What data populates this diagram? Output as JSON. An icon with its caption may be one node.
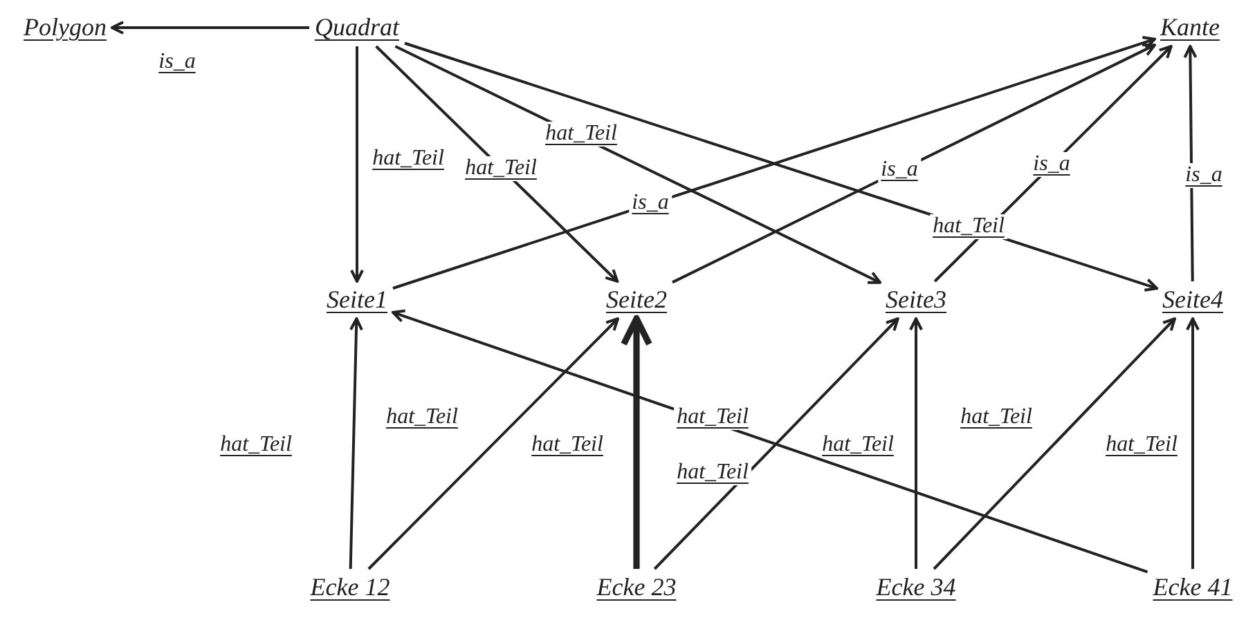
{
  "diagram": {
    "nodes": [
      {
        "text": [
          "Polygon"
        ]
      },
      {
        "text": [
          "Quadrat"
        ]
      },
      {
        "text": [
          "Kante"
        ]
      },
      {
        "text": [
          "Seite1"
        ]
      },
      {
        "text": [
          "Seite2"
        ]
      },
      {
        "text": [
          "Seite3"
        ]
      },
      {
        "text": [
          "Seite4"
        ]
      },
      {
        "text": [
          "Ecke 12"
        ]
      },
      {
        "text": [
          "Ecke 23"
        ]
      },
      {
        "text": [
          "Ecke 34"
        ]
      },
      {
        "text": [
          "Ecke 41"
        ]
      }
    ],
    "edges": [
      {
        "from": 1,
        "to": 0,
        "arrow": "to",
        "label": "is_a"
      },
      {
        "from": 1,
        "to": 3,
        "arrow": "to",
        "label": "hat_Teil"
      },
      {
        "from": 1,
        "to": 4,
        "arrow": "to",
        "label": "hat_Teil"
      },
      {
        "from": 1,
        "to": 5,
        "arrow": "to",
        "label": "hat_Teil"
      },
      {
        "from": 1,
        "to": 6,
        "arrow": "to",
        "label": "hat_Teil"
      },
      {
        "from": 3,
        "to": 2,
        "arrow": "to",
        "label": "is_a"
      },
      {
        "from": 4,
        "to": 2,
        "arrow": "to",
        "label": "is_a"
      },
      {
        "from": 5,
        "to": 2,
        "arrow": "to",
        "label": "is_a"
      },
      {
        "from": 6,
        "to": 2,
        "arrow": "to",
        "label": "is_a"
      },
      {
        "from": 7,
        "to": 3,
        "arrow": "to",
        "label": "hat_Teil"
      },
      {
        "from": 7,
        "to": 4,
        "arrow": "to",
        "label": "hat_Teil"
      },
      {
        "from": 8,
        "to": 4,
        "arrow": "to",
        "label": "hat_Teil",
        "style": "thick"
      },
      {
        "from": 8,
        "to": 5,
        "arrow": "to",
        "label": "hat_Teil"
      },
      {
        "from": 9,
        "to": 5,
        "arrow": "to",
        "label": "hat_Teil"
      },
      {
        "from": 9,
        "to": 6,
        "arrow": "to",
        "label": "hat_Teil"
      },
      {
        "from": 10,
        "to": 6,
        "arrow": "to",
        "label": "hat_Teil"
      },
      {
        "from": 10,
        "to": 3,
        "arrow": "to",
        "label": "hat_Teil"
      }
    ]
  }
}
